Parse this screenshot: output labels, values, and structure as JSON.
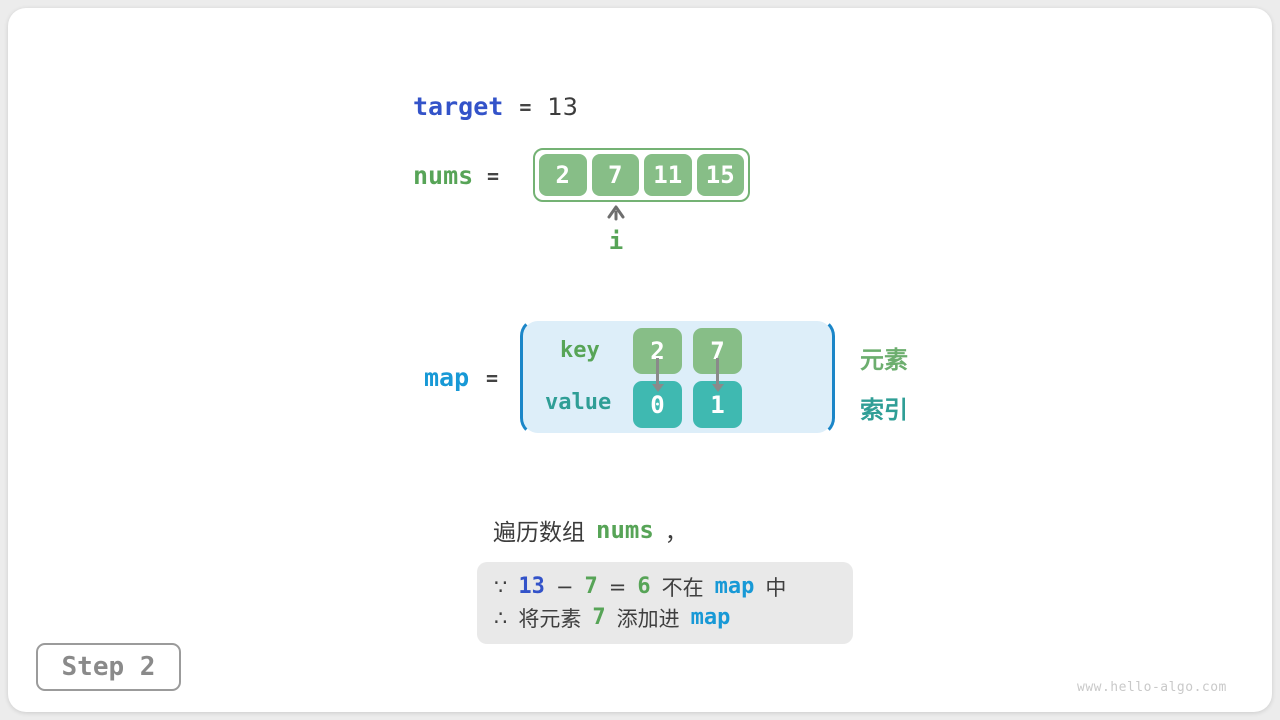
{
  "step": {
    "label": "Step 2"
  },
  "watermark": "www.hello-algo.com",
  "target": {
    "keyword": "target",
    "equals": "=",
    "value": "13"
  },
  "nums": {
    "keyword": "nums",
    "equals": "=",
    "cells": [
      "2",
      "7",
      "11",
      "15"
    ],
    "pointer_label": "i",
    "pointer_index": 1
  },
  "map": {
    "keyword": "map",
    "equals": "=",
    "key_label": "key",
    "value_label": "value",
    "keys": [
      "2",
      "7"
    ],
    "values": [
      "0",
      "1"
    ],
    "key_side_label": "元素",
    "value_side_label": "索引"
  },
  "caption": {
    "prefix": "遍历数组",
    "code": "nums",
    "comma": "，"
  },
  "note": {
    "line1": [
      {
        "text": "∵",
        "style": "plain"
      },
      {
        "text": "13",
        "style": "indigo"
      },
      {
        "text": "−",
        "style": "plain"
      },
      {
        "text": "7",
        "style": "green"
      },
      {
        "text": "=",
        "style": "plain"
      },
      {
        "text": "6",
        "style": "green"
      },
      {
        "text": "不在",
        "style": "plain"
      },
      {
        "text": "map",
        "style": "cyan"
      },
      {
        "text": "中",
        "style": "plain"
      }
    ],
    "line2": [
      {
        "text": "∴",
        "style": "plain"
      },
      {
        "text": "将元素",
        "style": "plain"
      },
      {
        "text": "7",
        "style": "green"
      },
      {
        "text": "添加进",
        "style": "plain"
      },
      {
        "text": "map",
        "style": "cyan"
      }
    ]
  },
  "colors": {
    "indigo": "#3353c9",
    "cyan_blue": "#1899d6",
    "green_text": "#57a457",
    "green_cell": "#87be87",
    "green_border": "#74b274",
    "teal_text": "#2f9e96",
    "teal_cell": "#3fb9b1",
    "map_box_bg": "#ddeef9",
    "map_bracket": "#1b86c8",
    "note_bg": "#e9e9e9",
    "dark_text": "#3c3c3c",
    "arrow_gray": "#8a8a8a"
  }
}
